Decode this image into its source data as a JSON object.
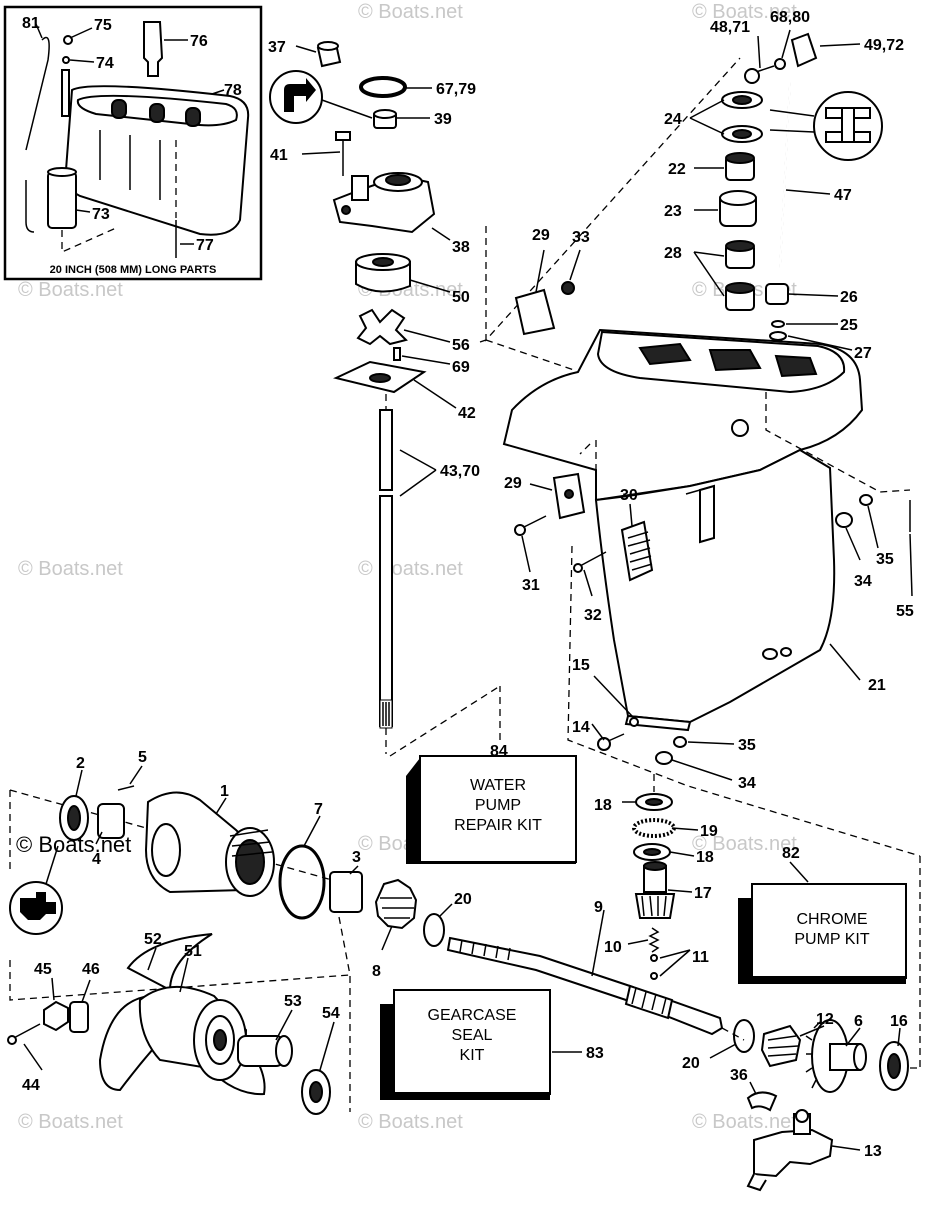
{
  "inset": {
    "caption": "20 INCH (508 MM) LONG PARTS",
    "labels": [
      "81",
      "75",
      "74",
      "76",
      "78",
      "73",
      "77"
    ]
  },
  "kits": {
    "water_pump": {
      "number": "84",
      "lines": [
        "WATER",
        "PUMP",
        "REPAIR KIT"
      ]
    },
    "chrome_pump": {
      "number": "82",
      "lines": [
        "CHROME",
        "PUMP KIT"
      ]
    },
    "gearcase_seal": {
      "number": "83",
      "lines": [
        "GEARCASE",
        "SEAL",
        "KIT"
      ]
    }
  },
  "callouts": {
    "c37": "37",
    "c67_79": "67,79",
    "c39": "39",
    "c41": "41",
    "c38": "38",
    "c50": "50",
    "c56": "56",
    "c69": "69",
    "c42": "42",
    "c43_70": "43,70",
    "c48_71": "48,71",
    "c68_80": "68,80",
    "c49_72": "49,72",
    "c24": "24",
    "c22": "22",
    "c23": "23",
    "c28": "28",
    "c26": "26",
    "c25": "25",
    "c27": "27",
    "c47": "47",
    "c29a": "29",
    "c33": "33",
    "c29b": "29",
    "c30": "30",
    "c31": "31",
    "c32": "32",
    "c34a": "34",
    "c35a": "35",
    "c55": "55",
    "c21": "21",
    "c15": "15",
    "c14": "14",
    "c35b": "35",
    "c34b": "34",
    "c2": "2",
    "c5": "5",
    "c1": "1",
    "c4": "4",
    "c7": "7",
    "c3": "3",
    "c20a": "20",
    "c8": "8",
    "c9": "9",
    "c18a": "18",
    "c19": "19",
    "c18b": "18",
    "c17": "17",
    "c10": "10",
    "c11": "11",
    "c52": "52",
    "c51": "51",
    "c45": "45",
    "c46": "46",
    "c53": "53",
    "c54": "54",
    "c44": "44",
    "c12": "12",
    "c6": "6",
    "c16": "16",
    "c20b": "20",
    "c36": "36",
    "c13": "13"
  },
  "watermark": "© Boats.net",
  "icons": [
    "water-intake-icon",
    "gasket-icon",
    "grease-icon"
  ]
}
